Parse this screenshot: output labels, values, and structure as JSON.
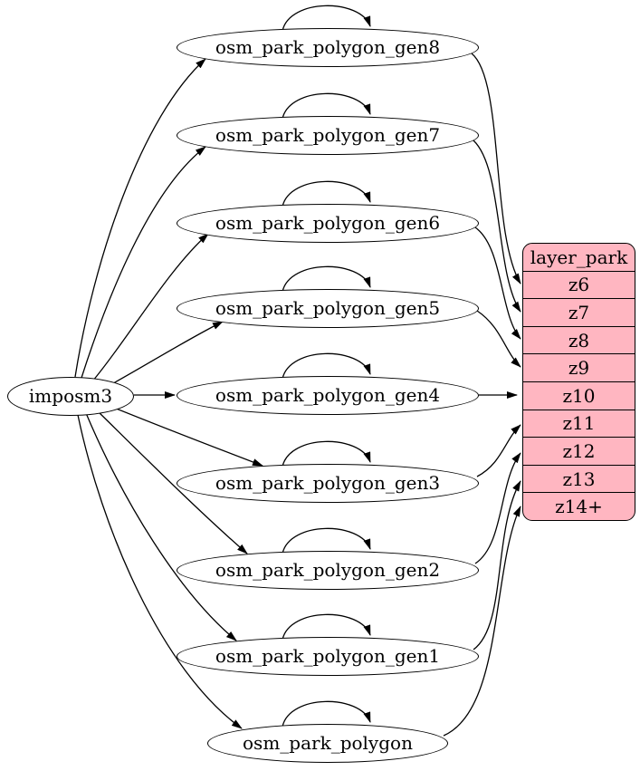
{
  "diagram": {
    "type": "dependency-graph",
    "source": {
      "id": "imposm3",
      "label": "imposm3"
    },
    "generalized_tables": [
      {
        "id": "osm_park_polygon_gen8",
        "label": "osm_park_polygon_gen8"
      },
      {
        "id": "osm_park_polygon_gen7",
        "label": "osm_park_polygon_gen7"
      },
      {
        "id": "osm_park_polygon_gen6",
        "label": "osm_park_polygon_gen6"
      },
      {
        "id": "osm_park_polygon_gen5",
        "label": "osm_park_polygon_gen5"
      },
      {
        "id": "osm_park_polygon_gen4",
        "label": "osm_park_polygon_gen4"
      },
      {
        "id": "osm_park_polygon_gen3",
        "label": "osm_park_polygon_gen3"
      },
      {
        "id": "osm_park_polygon_gen2",
        "label": "osm_park_polygon_gen2"
      },
      {
        "id": "osm_park_polygon_gen1",
        "label": "osm_park_polygon_gen1"
      },
      {
        "id": "osm_park_polygon",
        "label": "osm_park_polygon"
      }
    ],
    "layer_table": {
      "title": "layer_park",
      "rows": [
        "z6",
        "z7",
        "z8",
        "z9",
        "z10",
        "z11",
        "z12",
        "z13",
        "z14+"
      ]
    },
    "edges": [
      {
        "from": "imposm3",
        "to": "osm_park_polygon_gen8"
      },
      {
        "from": "imposm3",
        "to": "osm_park_polygon_gen7"
      },
      {
        "from": "imposm3",
        "to": "osm_park_polygon_gen6"
      },
      {
        "from": "imposm3",
        "to": "osm_park_polygon_gen5"
      },
      {
        "from": "imposm3",
        "to": "osm_park_polygon_gen4"
      },
      {
        "from": "imposm3",
        "to": "osm_park_polygon_gen3"
      },
      {
        "from": "imposm3",
        "to": "osm_park_polygon_gen2"
      },
      {
        "from": "imposm3",
        "to": "osm_park_polygon_gen1"
      },
      {
        "from": "imposm3",
        "to": "osm_park_polygon"
      },
      {
        "from": "osm_park_polygon_gen8",
        "to": "osm_park_polygon_gen8",
        "type": "self"
      },
      {
        "from": "osm_park_polygon_gen7",
        "to": "osm_park_polygon_gen7",
        "type": "self"
      },
      {
        "from": "osm_park_polygon_gen6",
        "to": "osm_park_polygon_gen6",
        "type": "self"
      },
      {
        "from": "osm_park_polygon_gen5",
        "to": "osm_park_polygon_gen5",
        "type": "self"
      },
      {
        "from": "osm_park_polygon_gen4",
        "to": "osm_park_polygon_gen4",
        "type": "self"
      },
      {
        "from": "osm_park_polygon_gen3",
        "to": "osm_park_polygon_gen3",
        "type": "self"
      },
      {
        "from": "osm_park_polygon_gen2",
        "to": "osm_park_polygon_gen2",
        "type": "self"
      },
      {
        "from": "osm_park_polygon_gen1",
        "to": "osm_park_polygon_gen1",
        "type": "self"
      },
      {
        "from": "osm_park_polygon",
        "to": "osm_park_polygon",
        "type": "self"
      },
      {
        "from": "osm_park_polygon_gen8",
        "to": "z6"
      },
      {
        "from": "osm_park_polygon_gen7",
        "to": "z7"
      },
      {
        "from": "osm_park_polygon_gen6",
        "to": "z8"
      },
      {
        "from": "osm_park_polygon_gen5",
        "to": "z9"
      },
      {
        "from": "osm_park_polygon_gen4",
        "to": "z10"
      },
      {
        "from": "osm_park_polygon_gen3",
        "to": "z11"
      },
      {
        "from": "osm_park_polygon_gen2",
        "to": "z12"
      },
      {
        "from": "osm_park_polygon_gen1",
        "to": "z13"
      },
      {
        "from": "osm_park_polygon",
        "to": "z14+"
      }
    ],
    "colors": {
      "layer_fill": "#ffb6c1",
      "node_fill": "#ffffff",
      "stroke": "#000000",
      "text": "#000000"
    }
  }
}
